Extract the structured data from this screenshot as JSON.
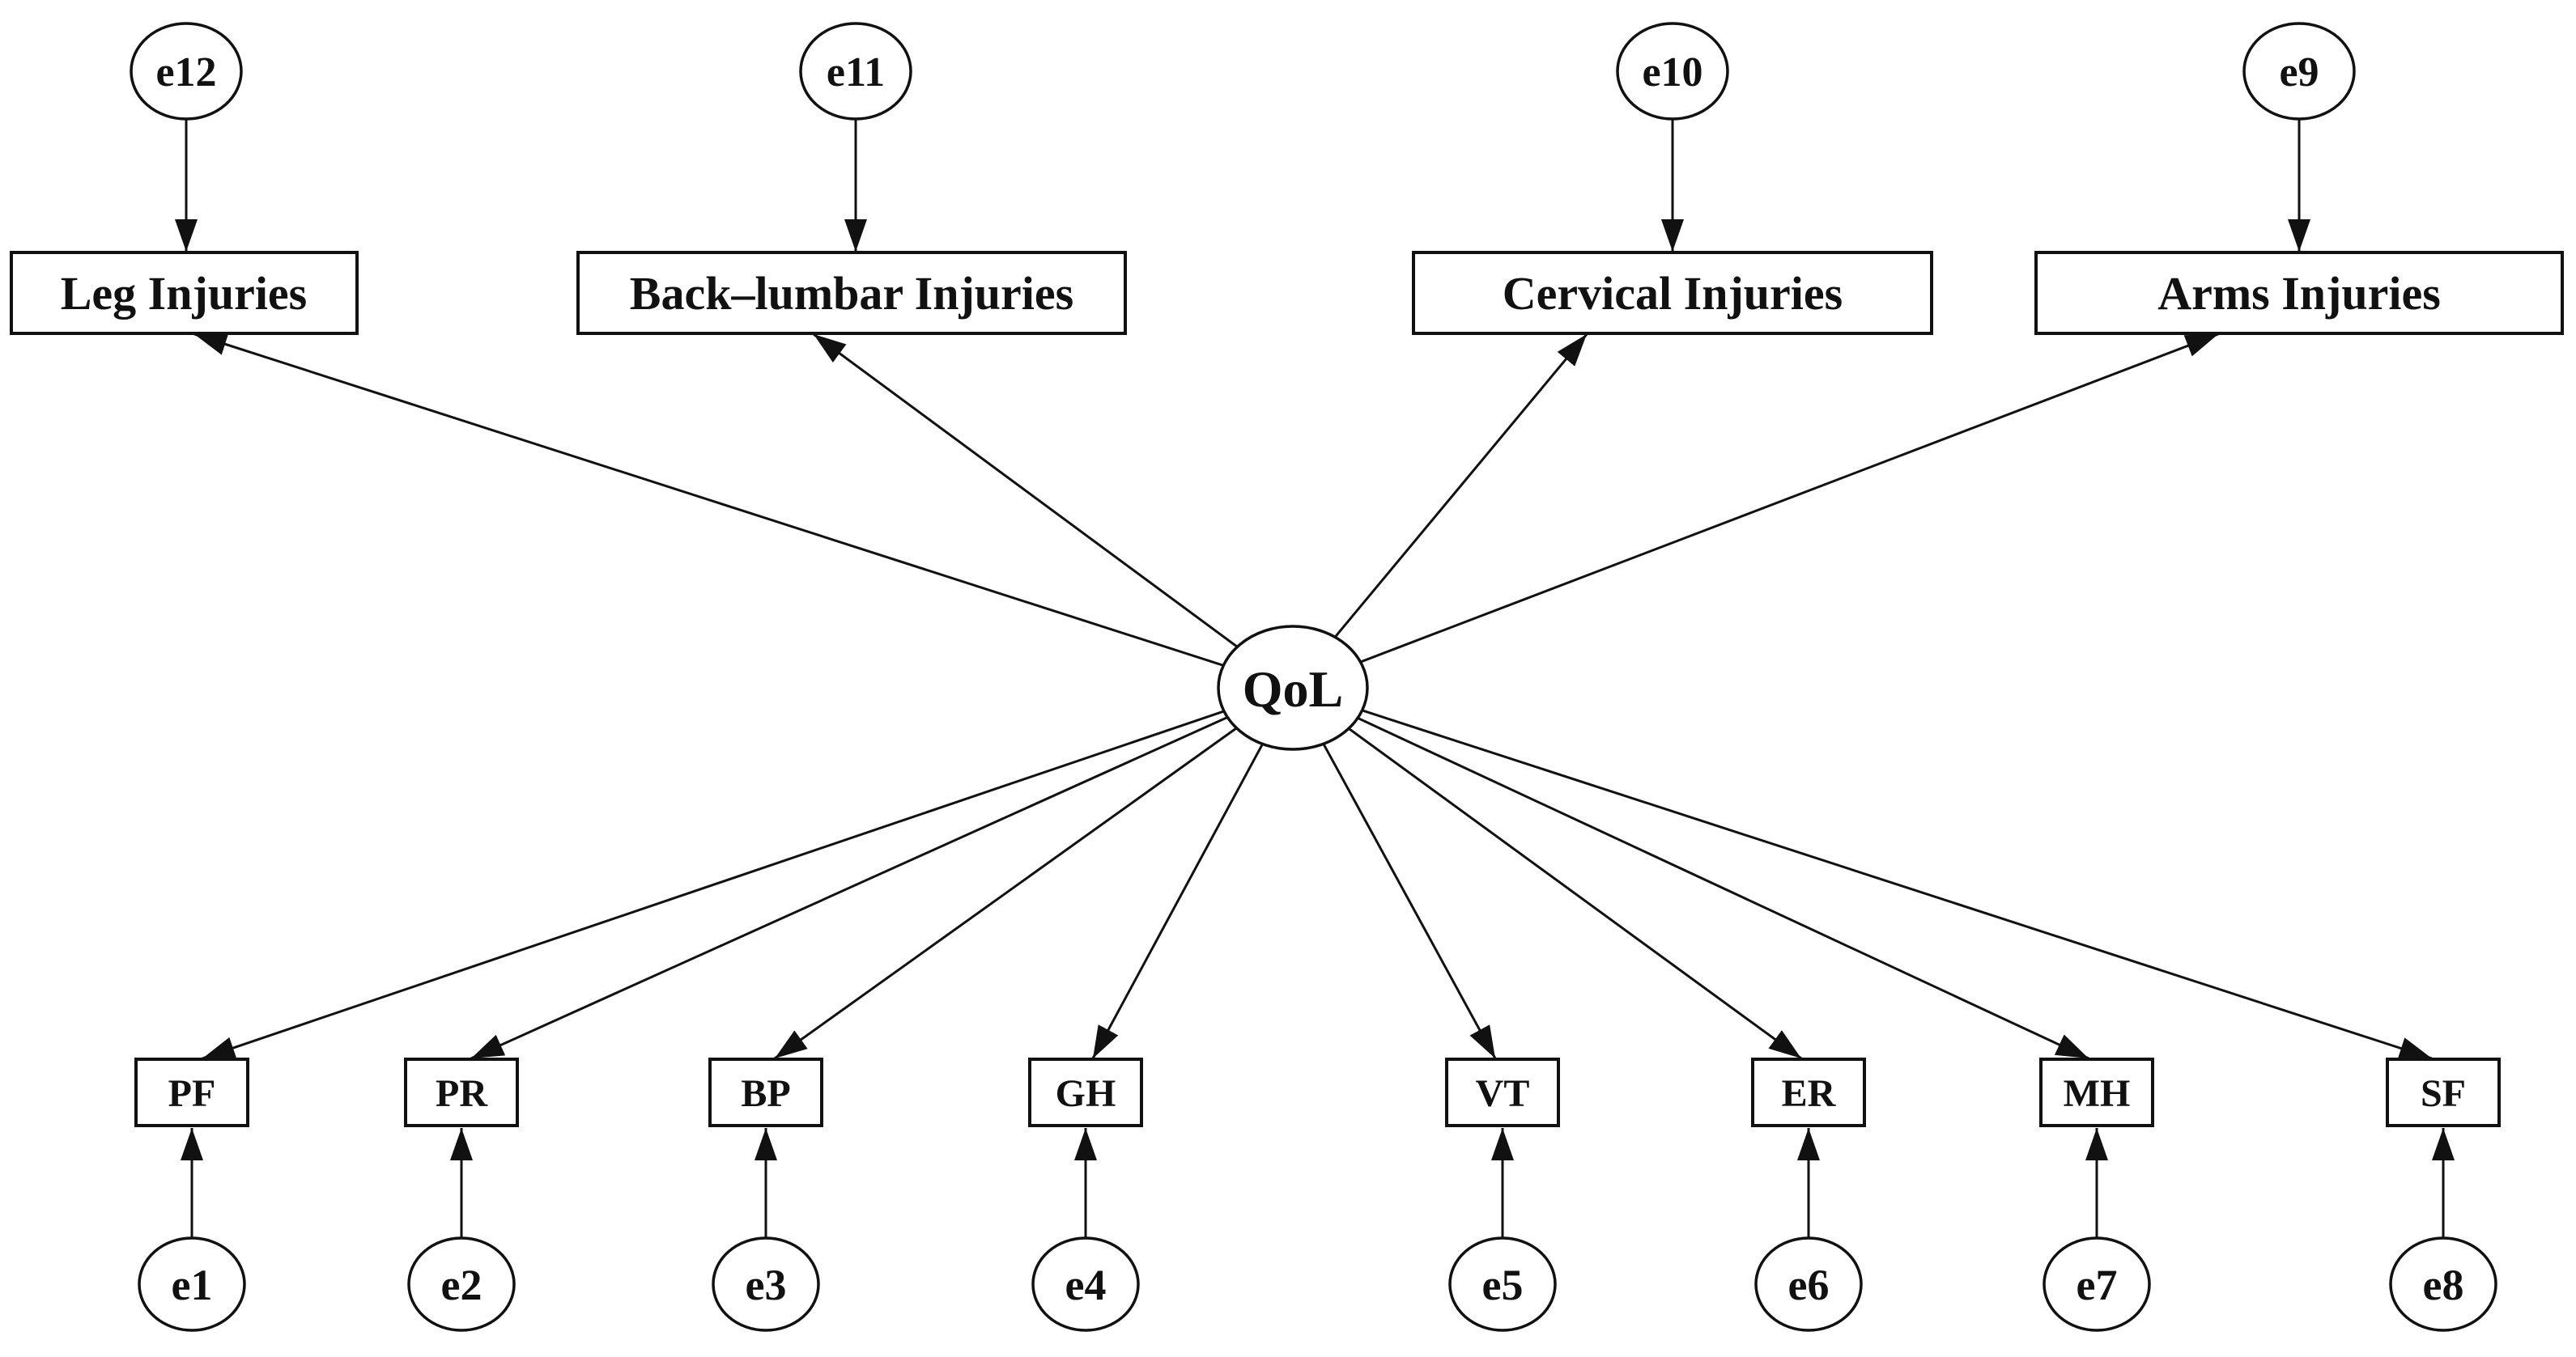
{
  "figure": {
    "latent": {
      "label": "QoL"
    },
    "upper_indicators": [
      {
        "label": "Leg Injuries",
        "error_label": "e12"
      },
      {
        "label": "Back–lumbar Injuries",
        "error_label": "e11"
      },
      {
        "label": "Cervical Injuries",
        "error_label": "e10"
      },
      {
        "label": "Arms Injuries",
        "error_label": "e9"
      }
    ],
    "lower_indicators": [
      {
        "label": "PF",
        "error_label": "e1"
      },
      {
        "label": "PR",
        "error_label": "e2"
      },
      {
        "label": "BP",
        "error_label": "e3"
      },
      {
        "label": "GH",
        "error_label": "e4"
      },
      {
        "label": "VT",
        "error_label": "e5"
      },
      {
        "label": "ER",
        "error_label": "e6"
      },
      {
        "label": "MH",
        "error_label": "e7"
      },
      {
        "label": "SF",
        "error_label": "e8"
      }
    ],
    "colors": {
      "ink": "#111111",
      "background": "#ffffff"
    }
  }
}
